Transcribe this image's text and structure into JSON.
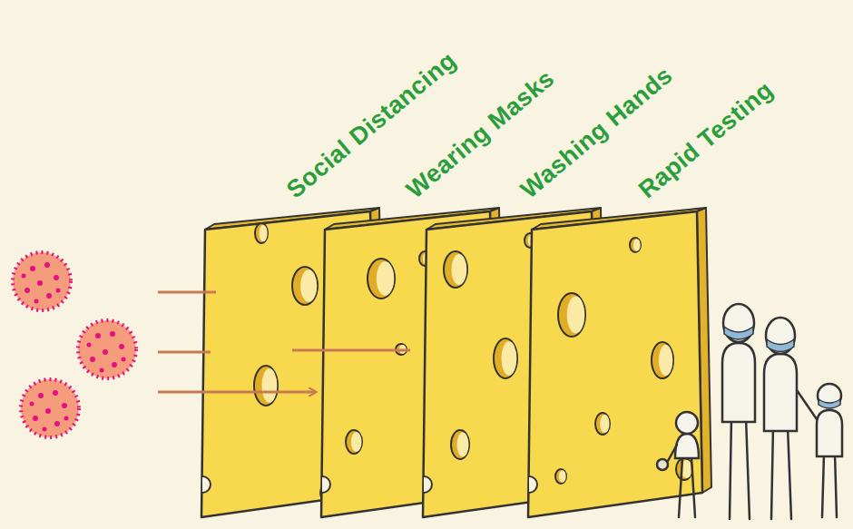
{
  "diagram": {
    "nodes": [
      {
        "text": [
          "Social Distancing"
        ]
      },
      {
        "text": [
          "Wearing Masks"
        ]
      },
      {
        "text": [
          "Washing Hands"
        ]
      },
      {
        "text": [
          "Rapid Testing"
        ]
      }
    ]
  }
}
